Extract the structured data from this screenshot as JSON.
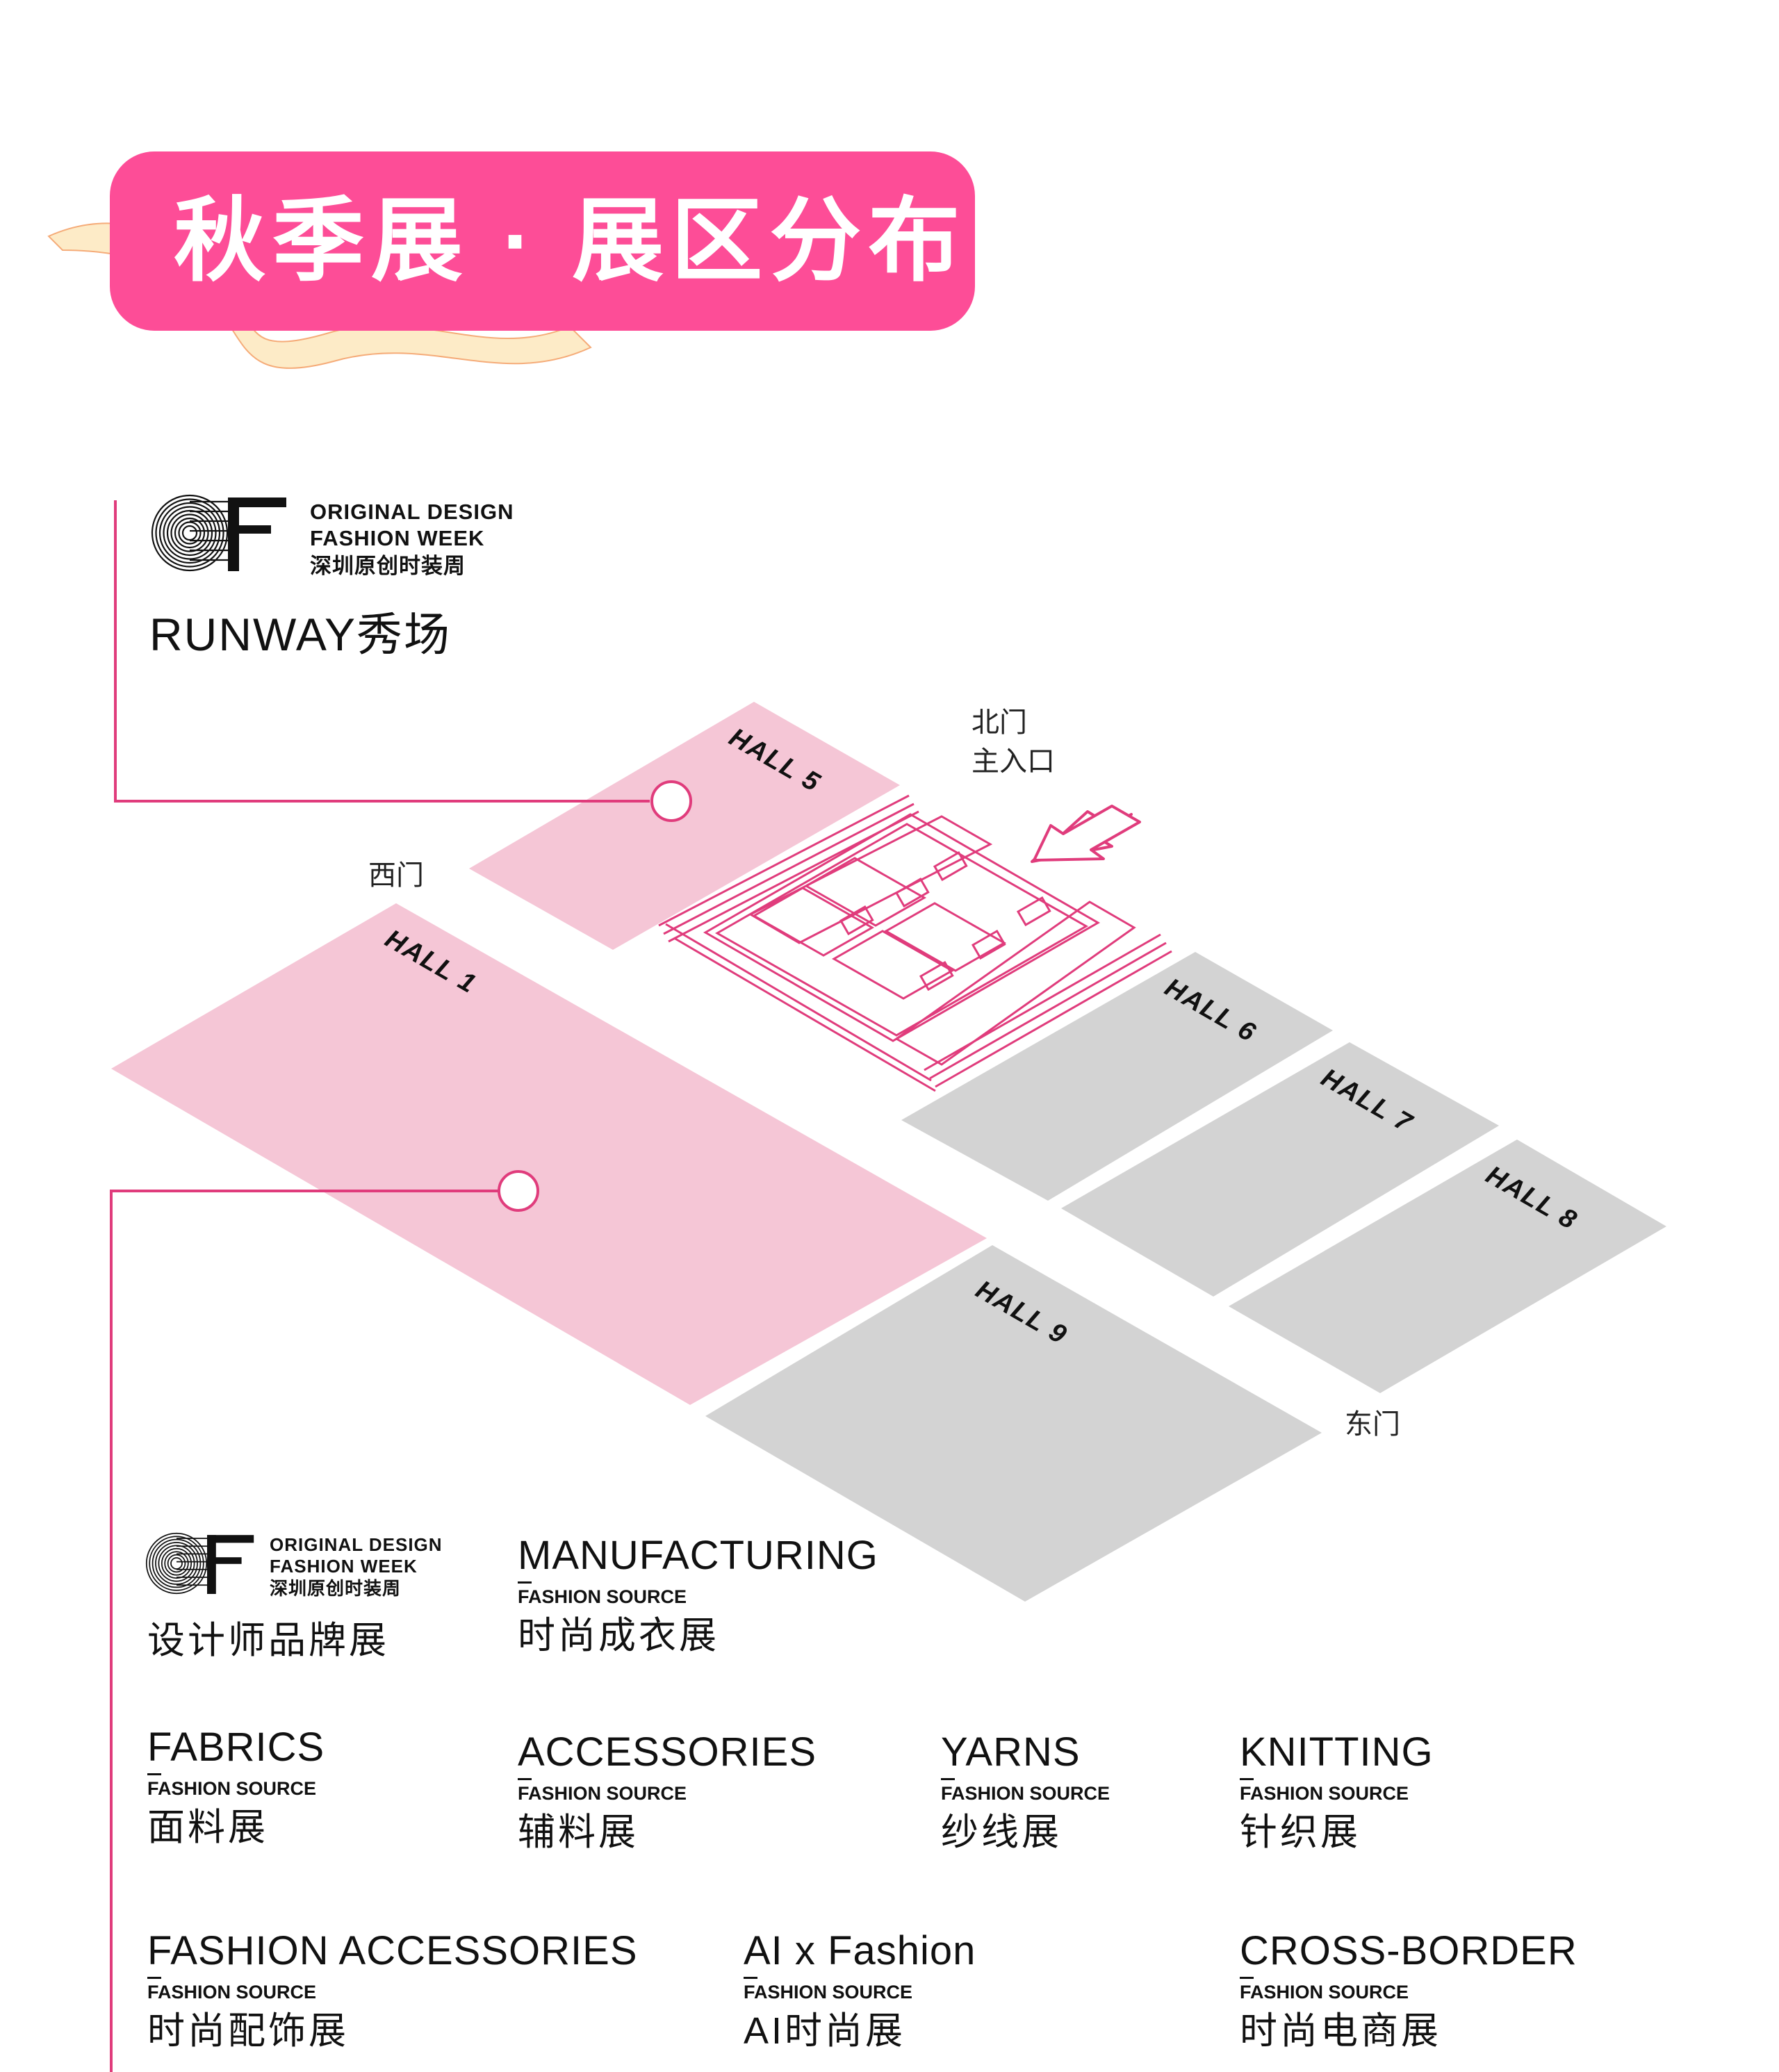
{
  "header": {
    "title": "秋季展 · 展区分布",
    "pill_color": "#fd4d97"
  },
  "colors": {
    "accent": "#e03c7c",
    "hall_pink": "#f5c6d6",
    "hall_gray": "#d3d3d3",
    "text": "#111111"
  },
  "logo": {
    "line1": "ORIGINAL DESIGN",
    "line2": "FASHION WEEK",
    "line3": "深圳原创时装周",
    "icon": "odf-logo-mark"
  },
  "runway": {
    "label": "RUNWAY秀场"
  },
  "gates": {
    "north_line1": "北门",
    "north_line2": "主入口",
    "west": "西门",
    "east": "东门"
  },
  "halls": {
    "hall1": "HALL 1",
    "hall5": "HALL 5",
    "hall6": "HALL 6",
    "hall7": "HALL 7",
    "hall8": "HALL 8",
    "hall9": "HALL 9"
  },
  "categories": {
    "designer": {
      "cn": "设计师品牌展"
    },
    "manufacturing": {
      "en": "MANUFACTURING",
      "source": "FASHION SOURCE",
      "cn": "时尚成衣展"
    },
    "fabrics": {
      "en": "FABRICS",
      "source": "FASHION SOURCE",
      "cn": "面料展"
    },
    "accessories": {
      "en": "ACCESSORIES",
      "source": "FASHION SOURCE",
      "cn": "辅料展"
    },
    "yarns": {
      "en": "YARNS",
      "source": "FASHION SOURCE",
      "cn": "纱线展"
    },
    "knitting": {
      "en": "KNITTING",
      "source": "FASHION SOURCE",
      "cn": "针织展"
    },
    "fashion_accessories": {
      "en": "FASHION ACCESSORIES",
      "source": "FASHION SOURCE",
      "cn": "时尚配饰展"
    },
    "ai_fashion": {
      "en": "AI x Fashion",
      "source": "FASHION SOURCE",
      "cn": "AI时尚展"
    },
    "cross_border": {
      "en": "CROSS-BORDER",
      "source": "FASHION SOURCE",
      "cn": "时尚电商展"
    }
  }
}
